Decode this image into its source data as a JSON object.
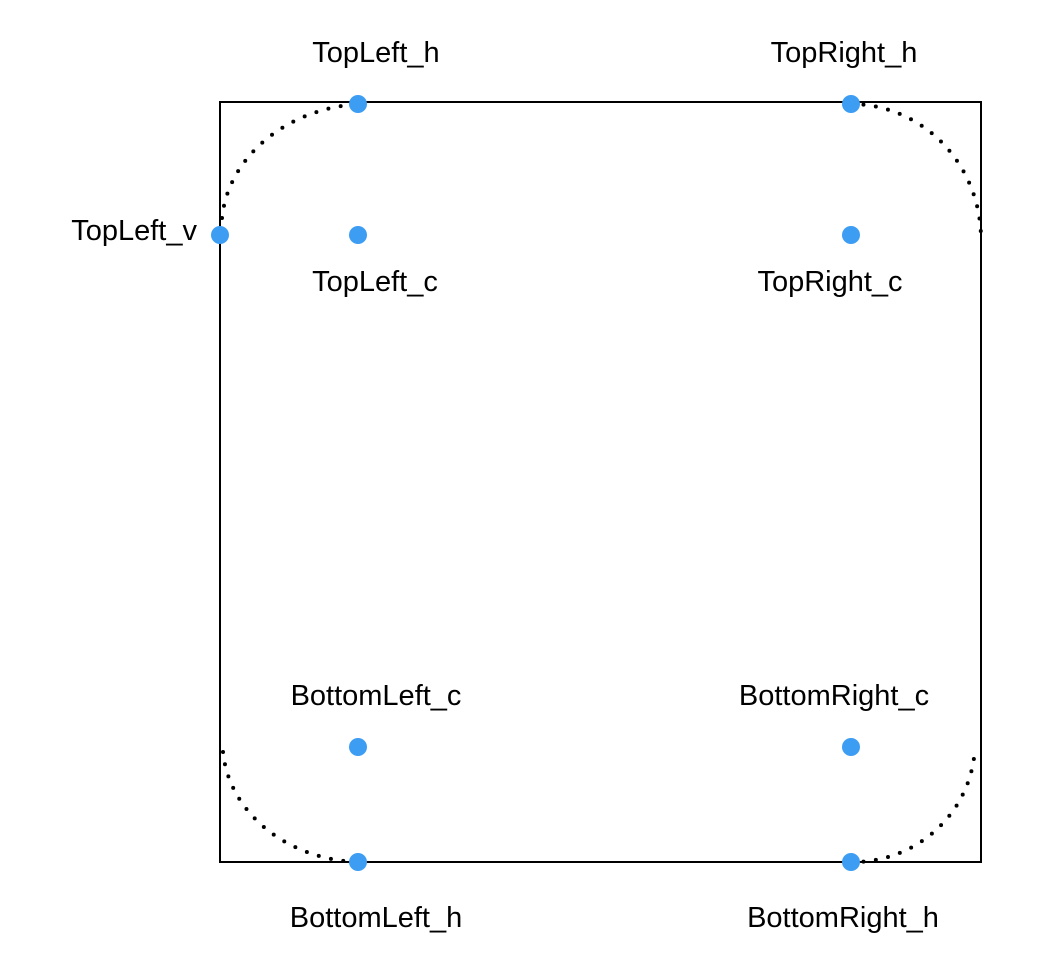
{
  "colors": {
    "background": "#ffffff",
    "stroke": "#000000",
    "point": "#3d9df3",
    "dotted_arc": "#000000"
  },
  "labels": {
    "top_left_h": "TopLeft_h",
    "top_right_h": "TopRight_h",
    "top_left_v": "TopLeft_v",
    "top_left_c": "TopLeft_c",
    "top_right_c": "TopRight_c",
    "bottom_left_c": "BottomLeft_c",
    "bottom_right_c": "BottomRight_c",
    "bottom_left_h": "BottomLeft_h",
    "bottom_right_h": "BottomRight_h"
  }
}
